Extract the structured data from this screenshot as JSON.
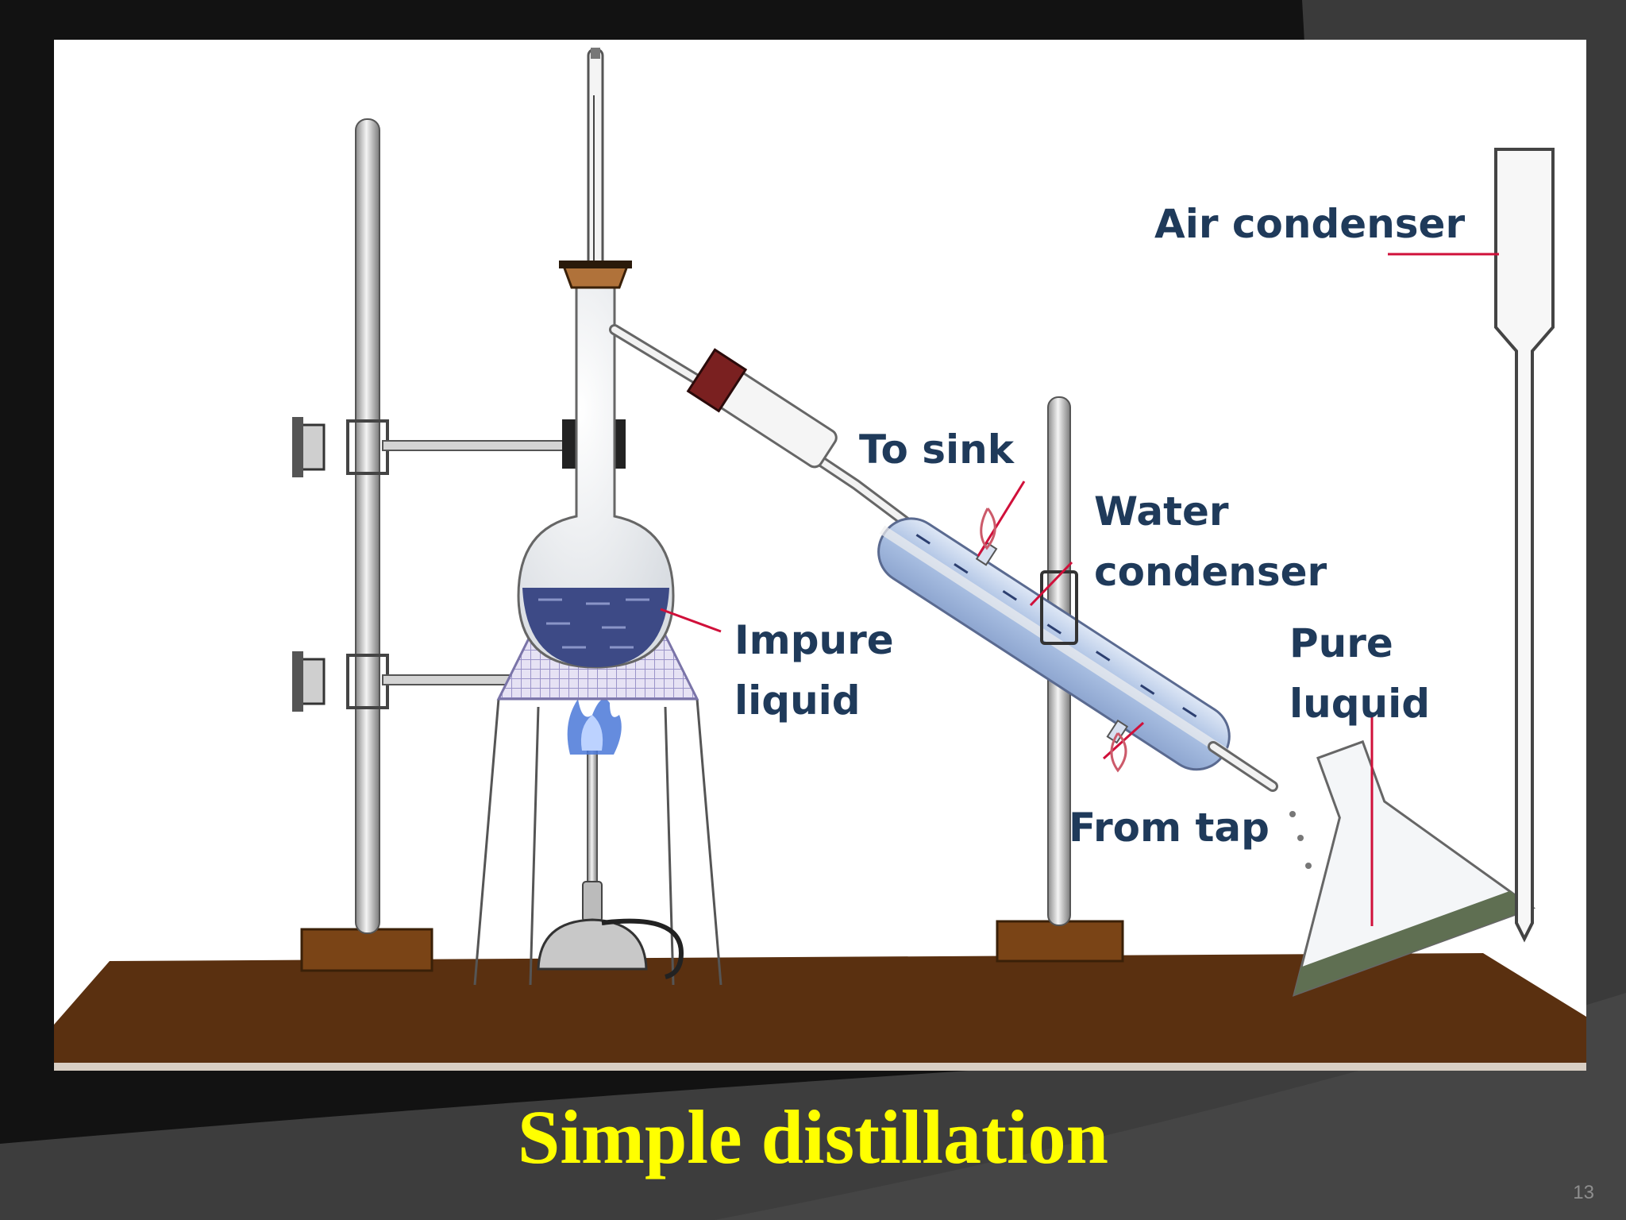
{
  "slide": {
    "title": "Simple distillation",
    "page_number": "13"
  },
  "labels": {
    "air_condenser": "Air condenser",
    "to_sink": "To sink",
    "water_condenser": "Water\ncondenser",
    "impure_liquid": "Impure\nliquid",
    "pure_liquid": "Pure\nluquid",
    "from_tap": "From tap"
  },
  "colors": {
    "title": "#ffff00",
    "label_text": "#1f3a5a",
    "leader_line": "#d0103a",
    "bench": "#5a3010",
    "liquid": "#3d4a86",
    "condenser_glass": "#b8c8e6",
    "flame": "#4a78d8"
  }
}
